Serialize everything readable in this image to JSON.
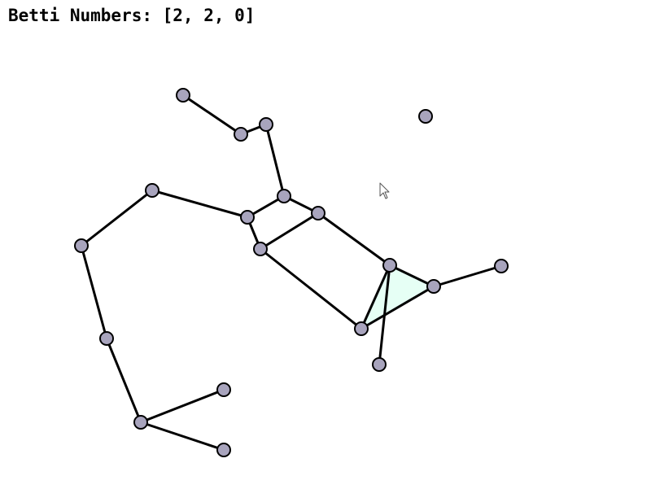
{
  "header": {
    "title": "Betti Numbers: [2, 2, 0]"
  },
  "colors": {
    "background": "#ffffff",
    "node_fill": "#a8a4bd",
    "node_stroke": "#000000",
    "edge_stroke": "#000000",
    "triangle_fill": "#e6fff5",
    "cursor_fill": "#ffffff",
    "cursor_stroke": "#555555"
  },
  "graph": {
    "nodes": [
      {
        "id": "n1"
      },
      {
        "id": "n2"
      },
      {
        "id": "n3"
      },
      {
        "id": "n4"
      },
      {
        "id": "n5"
      },
      {
        "id": "n6"
      },
      {
        "id": "n7"
      },
      {
        "id": "n8"
      },
      {
        "id": "n9"
      },
      {
        "id": "n10"
      },
      {
        "id": "n11"
      },
      {
        "id": "n12"
      },
      {
        "id": "n13"
      },
      {
        "id": "n14"
      },
      {
        "id": "n15"
      },
      {
        "id": "n16"
      },
      {
        "id": "n17"
      },
      {
        "id": "n18"
      },
      {
        "id": "n19"
      },
      {
        "id": "n20"
      }
    ],
    "edges": [
      [
        "n1",
        "n2"
      ],
      [
        "n2",
        "n3"
      ],
      [
        "n3",
        "n4"
      ],
      [
        "n4",
        "n6"
      ],
      [
        "n4",
        "n5"
      ],
      [
        "n6",
        "n7"
      ],
      [
        "n6",
        "n8"
      ],
      [
        "n8",
        "n5"
      ],
      [
        "n8",
        "n10"
      ],
      [
        "n5",
        "n11"
      ],
      [
        "n11",
        "n10"
      ],
      [
        "n11",
        "n12"
      ],
      [
        "n10",
        "n12"
      ],
      [
        "n12",
        "n13"
      ],
      [
        "n11",
        "n14"
      ],
      [
        "n7",
        "n15"
      ],
      [
        "n15",
        "n16"
      ],
      [
        "n16",
        "n17"
      ],
      [
        "n17",
        "n18"
      ],
      [
        "n17",
        "n19"
      ]
    ],
    "triangles": [
      [
        "n10",
        "n12",
        "n11"
      ]
    ]
  }
}
